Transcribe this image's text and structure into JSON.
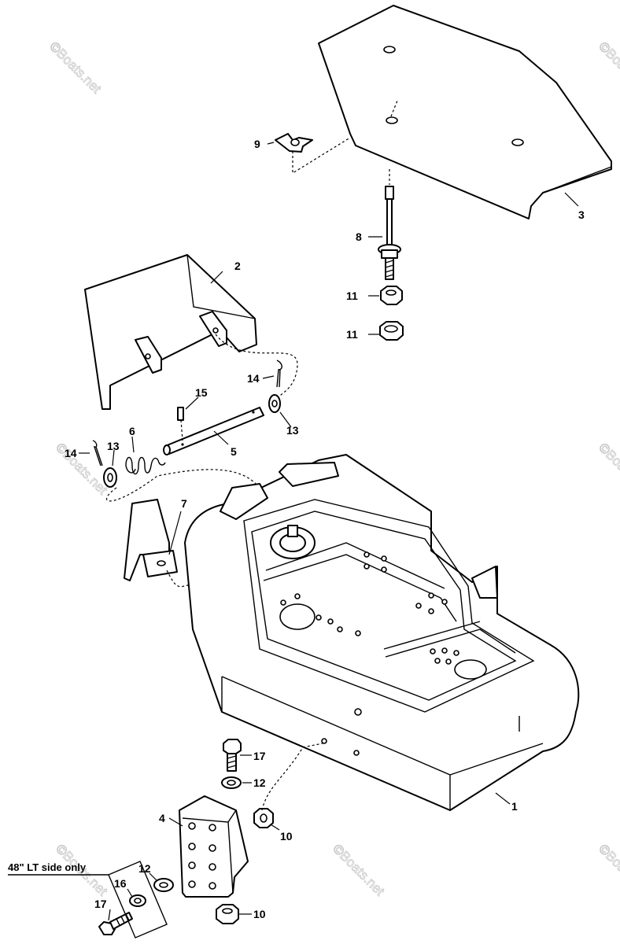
{
  "callouts": {
    "c1": "1",
    "c2": "2",
    "c3": "3",
    "c4": "4",
    "c5": "5",
    "c6": "6",
    "c7": "7",
    "c8": "8",
    "c9": "9",
    "c10a": "10",
    "c10b": "10",
    "c11a": "11",
    "c11b": "11",
    "c12a": "12",
    "c12b": "12",
    "c13a": "13",
    "c13b": "13",
    "c14a": "14",
    "c14b": "14",
    "c15": "15",
    "c16": "16",
    "c17a": "17",
    "c17b": "17"
  },
  "note": "48\" LT side only",
  "watermark": "©Boats.net",
  "colors": {
    "line": "#000000",
    "background": "#ffffff",
    "watermark": "#c8c8c8"
  }
}
